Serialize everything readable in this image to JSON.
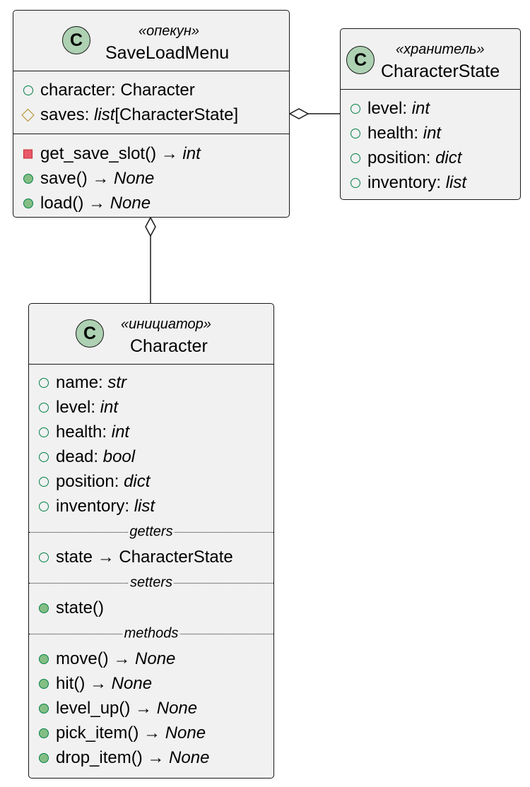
{
  "classes": {
    "save_load_menu": {
      "icon": "C",
      "stereotype": "«опекун»",
      "name": "SaveLoadMenu",
      "fields": [
        {
          "visibility": "public",
          "name": "character: Character",
          "type": ""
        },
        {
          "visibility": "protected",
          "name": "saves: ",
          "type": "list",
          "rest": "[CharacterState]"
        }
      ],
      "methods": [
        {
          "visibility": "private",
          "name": "get_save_slot() → ",
          "type": "int"
        },
        {
          "visibility": "public",
          "name": "save() → ",
          "type": "None"
        },
        {
          "visibility": "public",
          "name": "load() → ",
          "type": "None"
        }
      ]
    },
    "character_state": {
      "icon": "C",
      "stereotype": "«хранитель»",
      "name": "CharacterState",
      "fields": [
        {
          "visibility": "public",
          "name": "level: ",
          "type": "int"
        },
        {
          "visibility": "public",
          "name": "health: ",
          "type": "int"
        },
        {
          "visibility": "public",
          "name": "position: ",
          "type": "dict"
        },
        {
          "visibility": "public",
          "name": "inventory: ",
          "type": "list"
        }
      ]
    },
    "character": {
      "icon": "C",
      "stereotype": "«инициатор»",
      "name": "Character",
      "fields": [
        {
          "visibility": "public",
          "name": "name: ",
          "type": "str"
        },
        {
          "visibility": "public",
          "name": "level: ",
          "type": "int"
        },
        {
          "visibility": "public",
          "name": "health: ",
          "type": "int"
        },
        {
          "visibility": "public",
          "name": "dead: ",
          "type": "bool"
        },
        {
          "visibility": "public",
          "name": "position: ",
          "type": "dict"
        },
        {
          "visibility": "public",
          "name": "inventory: ",
          "type": "list"
        }
      ],
      "getters_label": "getters",
      "getters": [
        {
          "visibility": "public",
          "name": "state → CharacterState",
          "type": ""
        }
      ],
      "setters_label": "setters",
      "setters": [
        {
          "visibility": "public-method",
          "name": "state()",
          "type": ""
        }
      ],
      "methods_label": "methods",
      "methods": [
        {
          "visibility": "public",
          "name": "move() → ",
          "type": "None"
        },
        {
          "visibility": "public",
          "name": "hit() → ",
          "type": "None"
        },
        {
          "visibility": "public",
          "name": "level_up() → ",
          "type": "None"
        },
        {
          "visibility": "public",
          "name": "pick_item() → ",
          "type": "None"
        },
        {
          "visibility": "public",
          "name": "drop_item() → ",
          "type": "None"
        }
      ]
    }
  },
  "relations": [
    {
      "kind": "aggregation",
      "whole": "SaveLoadMenu",
      "part": "CharacterState"
    },
    {
      "kind": "aggregation",
      "whole": "SaveLoadMenu",
      "part": "Character"
    }
  ],
  "colors": {
    "class_fill": "#f1f1f1",
    "border": "#181818",
    "class_icon": "#add1b2",
    "public": "#038048",
    "public_method_fill": "#84be84",
    "private": "#c82930",
    "private_fill": "#e8596a",
    "protected": "#b38d22"
  }
}
